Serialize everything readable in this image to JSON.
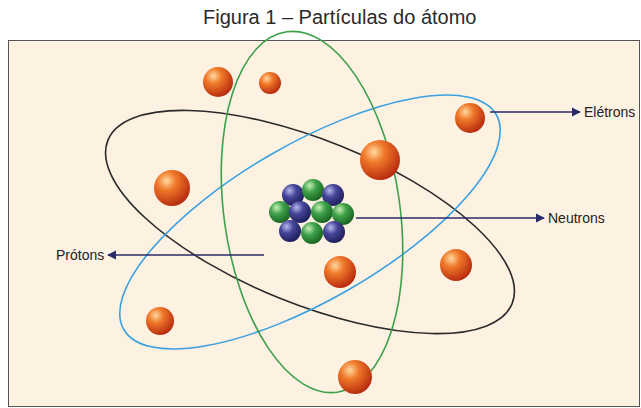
{
  "diagram": {
    "title": "Figura 1 – Partículas do átomo",
    "labels": [
      "Elétrons",
      "Neutrons",
      "Prótons"
    ]
  }
}
